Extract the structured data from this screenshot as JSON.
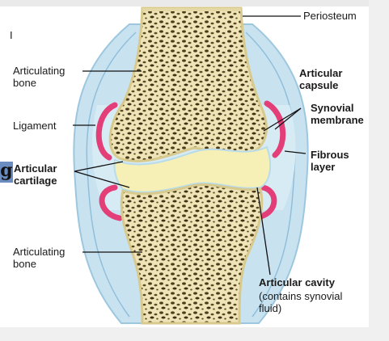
{
  "labels": {
    "top_marker": "I",
    "periosteum": "Periosteum",
    "articulating_bone_top": "Articulating\nbone",
    "articular_capsule": "Articular\ncapsule",
    "synovial_membrane": "Synovial\nmembrane",
    "ligament": "Ligament",
    "fibrous_layer": "Fibrous\nlayer",
    "articular_cartilage": "Articular\ncartilage",
    "articulating_bone_bottom": "Articulating\nbone",
    "articular_cavity_title": "Articular cavity",
    "articular_cavity_note": "(contains synovial\nfluid)",
    "edge_glyph": "g"
  },
  "colors": {
    "bone": "#f1e6bf",
    "bone_pore": "#4a3b18",
    "cartilage": "#f4eeb4",
    "synovial_membrane": "#e43e79",
    "fibrous_capsule": "#b9d9ec",
    "cavity": "#cfe6f3",
    "background_panel": "#f1f1f1"
  }
}
